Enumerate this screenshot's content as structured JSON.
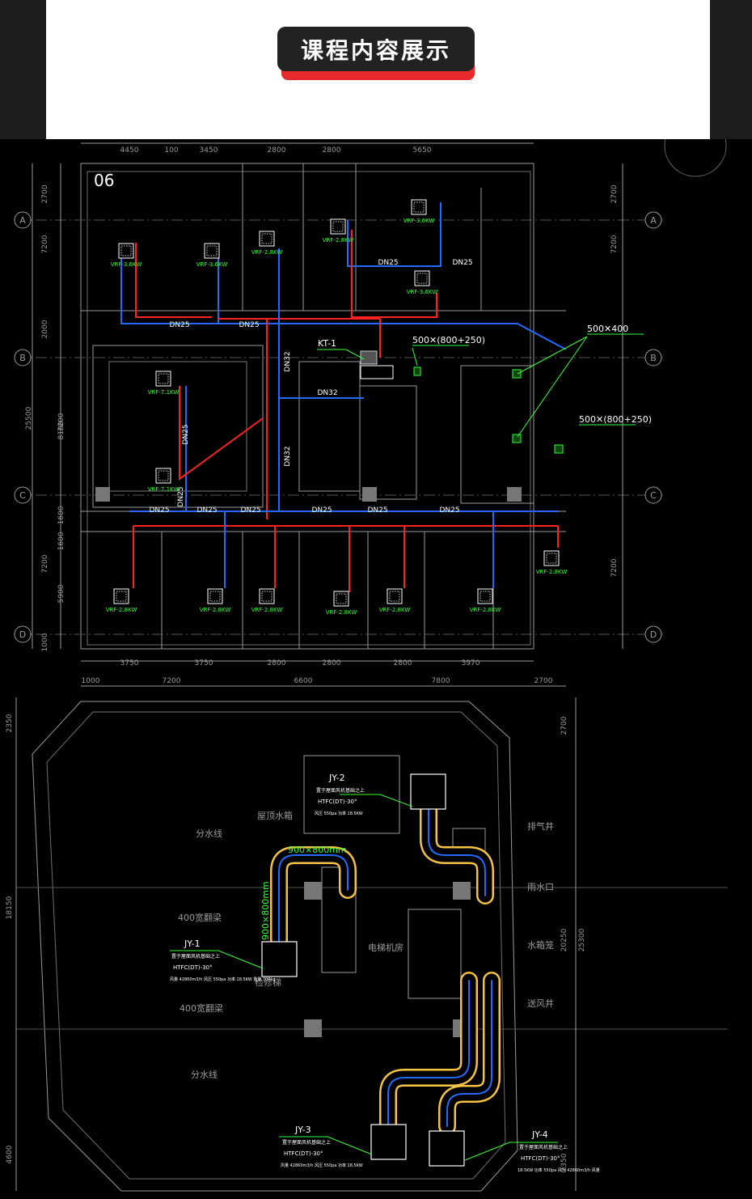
{
  "header": {
    "title": "课程内容展示"
  },
  "colors": {
    "duct_red": "#ff2020",
    "duct_blue": "#1f6bff",
    "cad_gray": "#9a9a9a",
    "label_green": "#33ff33",
    "accent_red": "#e8292c",
    "duct_yellow": "#f5c242"
  },
  "plan1": {
    "sheet_no": "06",
    "top_dims": [
      "4450",
      "100",
      "3450",
      "2800",
      "2800",
      "5650"
    ],
    "bottom_dims": [
      "3750",
      "3750",
      "2800",
      "2800",
      "2800",
      "3970"
    ],
    "left_dims": [
      "2700",
      "7200",
      "2000",
      "7200",
      "8100",
      "25500",
      "1600",
      "1600",
      "7200",
      "5900",
      "1000"
    ],
    "right_dims": [
      "2700",
      "7200",
      "7200"
    ],
    "axes": [
      "A",
      "B",
      "C",
      "D"
    ],
    "units": [
      {
        "label": "VRF-3.6KW"
      },
      {
        "label": "VRF-3.6KW"
      },
      {
        "label": "VRF-2.8KW"
      },
      {
        "label": "VRF-2.8KW"
      },
      {
        "label": "VRF-3.6KW"
      },
      {
        "label": "VRF-3.6KW"
      },
      {
        "label": "VRF-7.1KW"
      },
      {
        "label": "VRF-7.1KW"
      },
      {
        "label": "VRF-2.8KW"
      },
      {
        "label": "VRF-2.8KW"
      },
      {
        "label": "VRF-2.8KW"
      },
      {
        "label": "VRF-2.8KW"
      },
      {
        "label": "VRF-2.8KW"
      },
      {
        "label": "VRF-2.8KW"
      },
      {
        "label": "VRF-2.8KW"
      }
    ],
    "pipe_labels": [
      "DN25",
      "DN25",
      "DN25",
      "DN25",
      "DN32",
      "DN32",
      "DN32",
      "DN25",
      "DN25",
      "DN25",
      "DN25",
      "DN25",
      "DN25",
      "DN25",
      "DN25"
    ],
    "kt_label": "KT-1",
    "vent_labels": [
      "500✕(800+250)",
      "500✕400",
      "500✕(800+250)"
    ]
  },
  "plan2": {
    "top_dims": [
      "1000",
      "7200",
      "6600",
      "7800",
      "2700"
    ],
    "left_dims": [
      "2350",
      "18150",
      "4600"
    ],
    "right_dims": [
      "2700",
      "20250",
      "25300",
      "2350"
    ],
    "duct_labels": [
      "900×800mm",
      "900×800mm"
    ],
    "room_labels": [
      "屋顶水箱",
      "排气井",
      "雨水口",
      "水箱笼",
      "送风井",
      "电梯机房",
      "检修梯",
      "分水线",
      "400宽翻梁",
      "400宽翻梁",
      "分水线"
    ],
    "units": [
      {
        "tag": "JY-2",
        "line1": "置于屋面风机基础之上",
        "line2": "HTFC(DT)-30°",
        "line3": "风压 550pa 功率 18.5KW"
      },
      {
        "tag": "JY-1",
        "line1": "置于屋面风机基础之上",
        "line2": "HTFC(DT)-30°",
        "line3": "风量 42860m3/h 风压 550pa 功率 18.5KW 重量 700kg"
      },
      {
        "tag": "JY-3",
        "line1": "置于屋面风机基础之上",
        "line2": "HTFC(DT)-30°",
        "line3": "风量 42860m3/h 风压 550pa 功率 18.5KW"
      },
      {
        "tag": "JY-4",
        "line1": "置于屋面风机基础之上",
        "line2": "HTFC(DT)-30°",
        "line3": "18.5KW 功率 550pa 风压 42860m3/h 风量"
      }
    ]
  }
}
